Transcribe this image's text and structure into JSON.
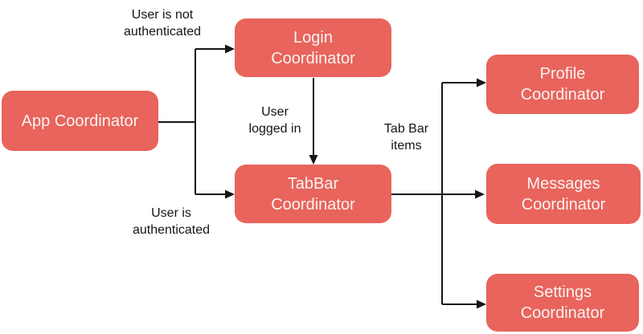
{
  "diagram": {
    "nodes": {
      "app": {
        "label": "App Coordinator"
      },
      "login": {
        "label": "Login\nCoordinator"
      },
      "tabbar": {
        "label": "TabBar\nCoordinator"
      },
      "profile": {
        "label": "Profile\nCoordinator"
      },
      "messages": {
        "label": "Messages\nCoordinator"
      },
      "settings": {
        "label": "Settings\nCoordinator"
      }
    },
    "edges": {
      "app_to_login": {
        "label": "User is not\nauthenticated"
      },
      "app_to_tabbar": {
        "label": "User is\nauthenticated"
      },
      "login_to_tabbar": {
        "label": "User\nlogged in"
      },
      "tabbar_children": {
        "label": "Tab Bar\nitems"
      }
    },
    "colors": {
      "node_fill": "#e8645c",
      "node_text": "#fbf3f2",
      "connector": "#161616",
      "background": "#ffffff"
    }
  }
}
